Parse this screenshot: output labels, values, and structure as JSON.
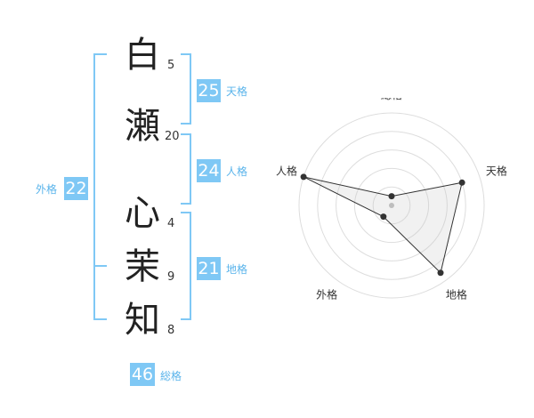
{
  "characters": [
    {
      "char": "白",
      "strokes": "5"
    },
    {
      "char": "瀬",
      "strokes": "20"
    },
    {
      "char": "心",
      "strokes": "4"
    },
    {
      "char": "茉",
      "strokes": "9"
    },
    {
      "char": "知",
      "strokes": "8"
    }
  ],
  "fortune": {
    "tenkaku": {
      "value": "25",
      "label": "天格"
    },
    "jinkaku": {
      "value": "24",
      "label": "人格"
    },
    "chikaku": {
      "value": "21",
      "label": "地格"
    },
    "gaikaku": {
      "value": "22",
      "label": "外格"
    },
    "soukaku": {
      "value": "46",
      "label": "総格"
    }
  },
  "colors": {
    "accent": "#7fc8f5",
    "accent_text": "#5ab4eb"
  },
  "radar": {
    "axes": [
      "総格",
      "天格",
      "地格",
      "外格",
      "人格"
    ],
    "levels": 5,
    "values": [
      0.1,
      0.8,
      0.9,
      0.15,
      1.0
    ]
  }
}
